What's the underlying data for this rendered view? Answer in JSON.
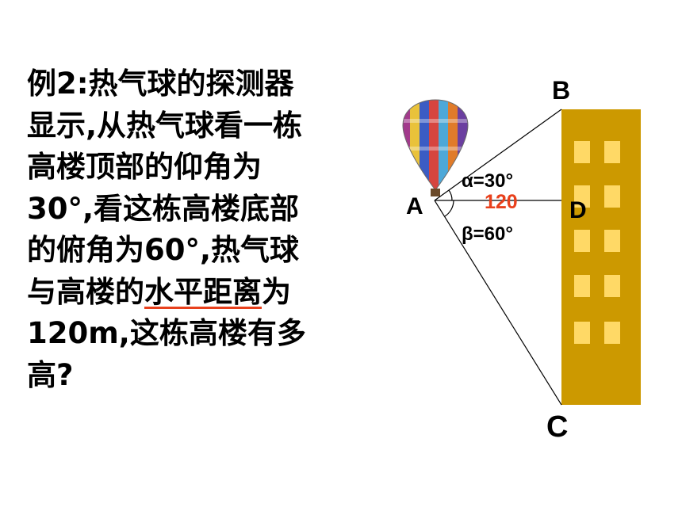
{
  "problem": {
    "lines": [
      "例2:热气球的探测器",
      "显示,从热气球看一栋",
      "高楼顶部的仰角为",
      "30°,看这栋高楼底部",
      "的俯角为60°,热气球",
      "与高楼的",
      "水平距离",
      "为",
      "120m,这栋高楼有多",
      "高?"
    ]
  },
  "diagram": {
    "point_labels": {
      "A": "A",
      "B": "B",
      "C": "C",
      "D": "D"
    },
    "alpha_label": "α=30°",
    "beta_label": "β=60°",
    "distance_label": "120",
    "colors": {
      "building": "#cc9900",
      "window": "#ffd966",
      "distance": "#e8401c",
      "line": "#000000"
    }
  }
}
